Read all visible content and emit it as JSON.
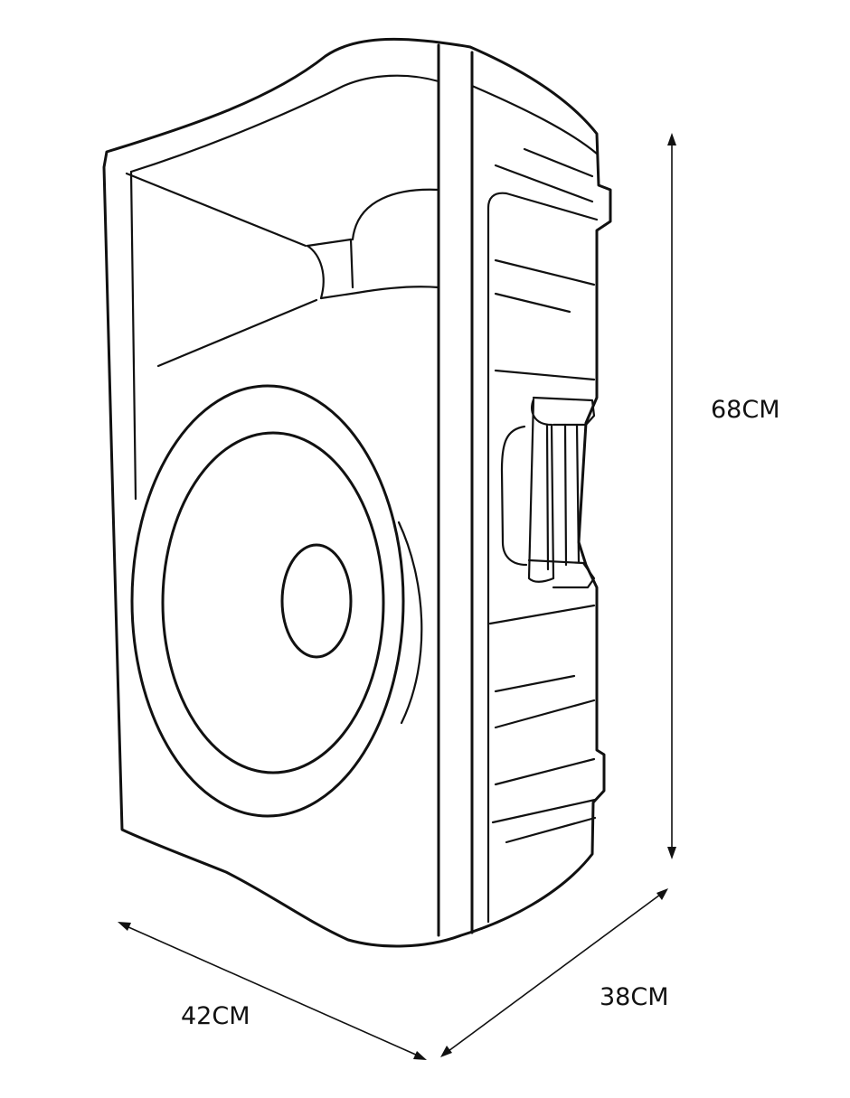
{
  "dimensions": {
    "height_label": "68CM",
    "width_label": "42CM",
    "depth_label": "38CM"
  },
  "colors": {
    "ink": "#111111",
    "background": "#ffffff"
  }
}
